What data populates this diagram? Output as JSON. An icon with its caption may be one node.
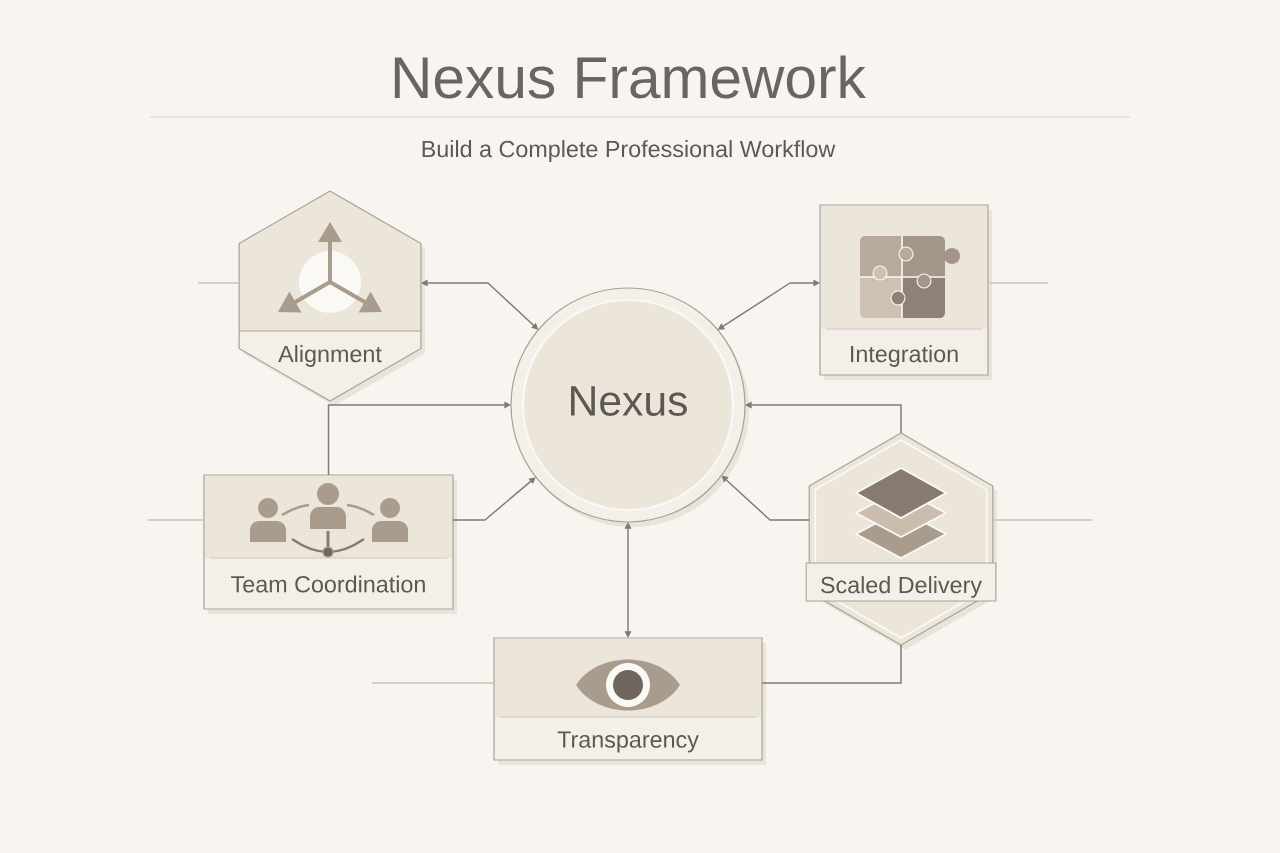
{
  "diagram": {
    "title": "Nexus Framework",
    "nodes": [
      {
        "text": [
          "Alignment"
        ]
      },
      {
        "text": [
          "Integration"
        ]
      },
      {
        "text": [
          "Nexus"
        ]
      },
      {
        "text": [
          "Team Coordination"
        ]
      },
      {
        "text": [
          "Scaled Delivery"
        ]
      },
      {
        "text": [
          "Transparency"
        ]
      }
    ],
    "edges": [
      {
        "from": 0,
        "to": 2,
        "arrow": "both"
      },
      {
        "from": 1,
        "to": 2,
        "arrow": "both"
      },
      {
        "from": 3,
        "to": 2,
        "arrow": "to"
      },
      {
        "from": 4,
        "to": 2,
        "arrow": "to"
      },
      {
        "from": 3,
        "to": 2,
        "arrow": "to"
      },
      {
        "from": 4,
        "to": 2,
        "arrow": "to"
      },
      {
        "from": 2,
        "to": 5,
        "arrow": "both"
      },
      {
        "from": 5,
        "to": 4,
        "arrow": "none"
      },
      {
        "from": null,
        "to": 0,
        "arrow": "none",
        "color": "#c8c2ba"
      },
      {
        "from": 1,
        "to": null,
        "arrow": "none",
        "color": "#c8c2ba"
      },
      {
        "from": null,
        "to": 3,
        "arrow": "none",
        "color": "#c8c2ba"
      },
      {
        "from": 4,
        "to": null,
        "arrow": "none",
        "color": "#c8c2ba"
      },
      {
        "from": null,
        "to": 5,
        "arrow": "none",
        "color": "#c8c2ba"
      }
    ],
    "labels": [
      "Build a Complete Professional Workflow"
    ]
  }
}
